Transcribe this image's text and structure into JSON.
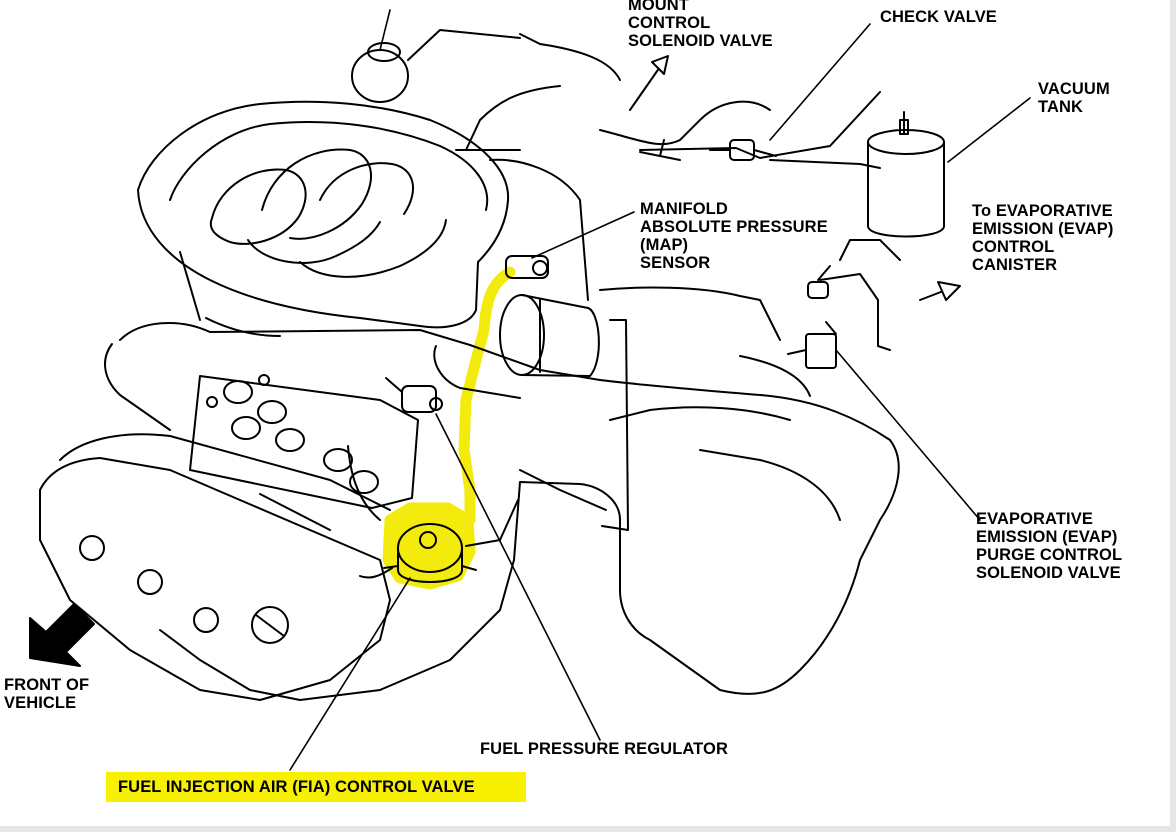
{
  "labels": {
    "mount_valve": [
      "MOUNT",
      "CONTROL",
      "SOLENOID VALVE"
    ],
    "check_valve": "CHECK VALVE",
    "vacuum_tank": [
      "VACUUM",
      "TANK"
    ],
    "map_sensor": [
      "MANIFOLD",
      "ABSOLUTE PRESSURE",
      "(MAP)",
      "SENSOR"
    ],
    "evap_canister": [
      "To EVAPORATIVE",
      "EMISSION (EVAP)",
      "CONTROL",
      "CANISTER"
    ],
    "evap_purge_valve": [
      "EVAPORATIVE",
      "EMISSION (EVAP)",
      "PURGE CONTROL",
      "SOLENOID VALVE"
    ],
    "front_of_vehicle": [
      "FRONT OF",
      "VEHICLE"
    ],
    "fuel_pressure_regulator": "FUEL PRESSURE REGULATOR",
    "fia_valve": "FUEL INJECTION AIR (FIA) CONTROL VALVE"
  },
  "colors": {
    "highlight": "#f7f000",
    "line": "#000000",
    "background": "#ffffff"
  },
  "icons": [
    "front-arrow-icon",
    "flow-arrow-icon"
  ]
}
